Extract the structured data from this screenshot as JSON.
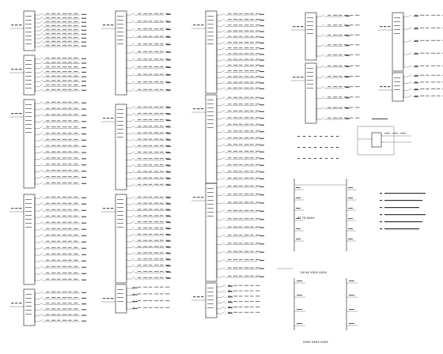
{
  "drawing": {
    "palette": {
      "line": "#111111",
      "text": "#222222",
      "background": "#ffffff"
    },
    "panels": [
      {
        "id": "col1-a",
        "rows": 9
      },
      {
        "id": "col1-b",
        "rows": 8
      },
      {
        "id": "col1-c",
        "rows": 14
      },
      {
        "id": "col1-d",
        "rows": 14
      },
      {
        "id": "col1-e",
        "rows": 6
      },
      {
        "id": "col2-a",
        "rows": 11
      },
      {
        "id": "col2-b",
        "rows": 13
      },
      {
        "id": "col2-c",
        "rows": 14
      },
      {
        "id": "col2-d",
        "rows": 4
      },
      {
        "id": "col3-a",
        "rows": 14
      },
      {
        "id": "col3-b",
        "rows": 13
      },
      {
        "id": "col3-c",
        "rows": 12
      },
      {
        "id": "col3-d",
        "rows": 6
      },
      {
        "id": "col4-a",
        "rows": 5
      },
      {
        "id": "col4-b",
        "rows": 6
      },
      {
        "id": "col5-a",
        "rows": 5
      },
      {
        "id": "col5-b",
        "rows": 4
      }
    ],
    "legend_lines": 6,
    "captions": {
      "riser_top": "PT TD XXXX",
      "riser_mid": "XX.XX XXXX XXXX",
      "riser_bottom": "XXXX  XXXX  XXXX"
    }
  }
}
